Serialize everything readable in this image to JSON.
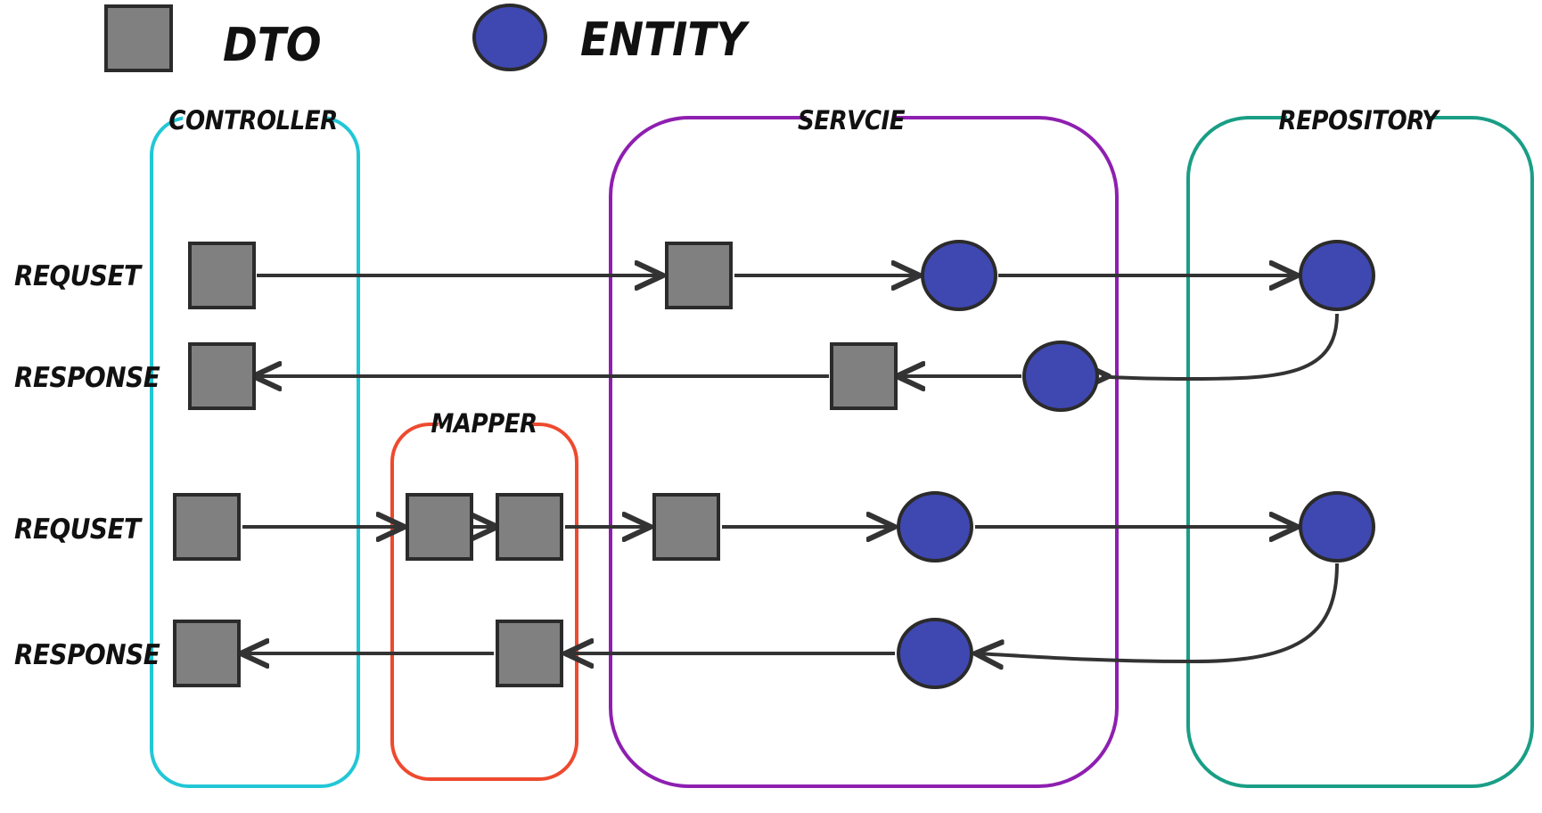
{
  "legend": {
    "dto_label": "DTO",
    "entity_label": "ENTITY"
  },
  "groups": {
    "controller": "CONTROLLER",
    "mapper": "MAPPER",
    "service": "SERVCIE",
    "repository": "REPOSITORY"
  },
  "rows": {
    "row1": "REQUSET",
    "row2": "RESPONSE",
    "row3": "REQUSET",
    "row4": "RESPONSE"
  },
  "colors": {
    "dto_fill": "#808080",
    "entity_fill": "#3f48b0",
    "stroke": "#2b2b2b",
    "arrow": "#333333",
    "controller": "#22c7d6",
    "mapper": "#ee4a2f",
    "service": "#8e1fb0",
    "repository": "#1a9e86"
  },
  "icons": {
    "dto": "gray-square",
    "entity": "blue-ellipse"
  }
}
